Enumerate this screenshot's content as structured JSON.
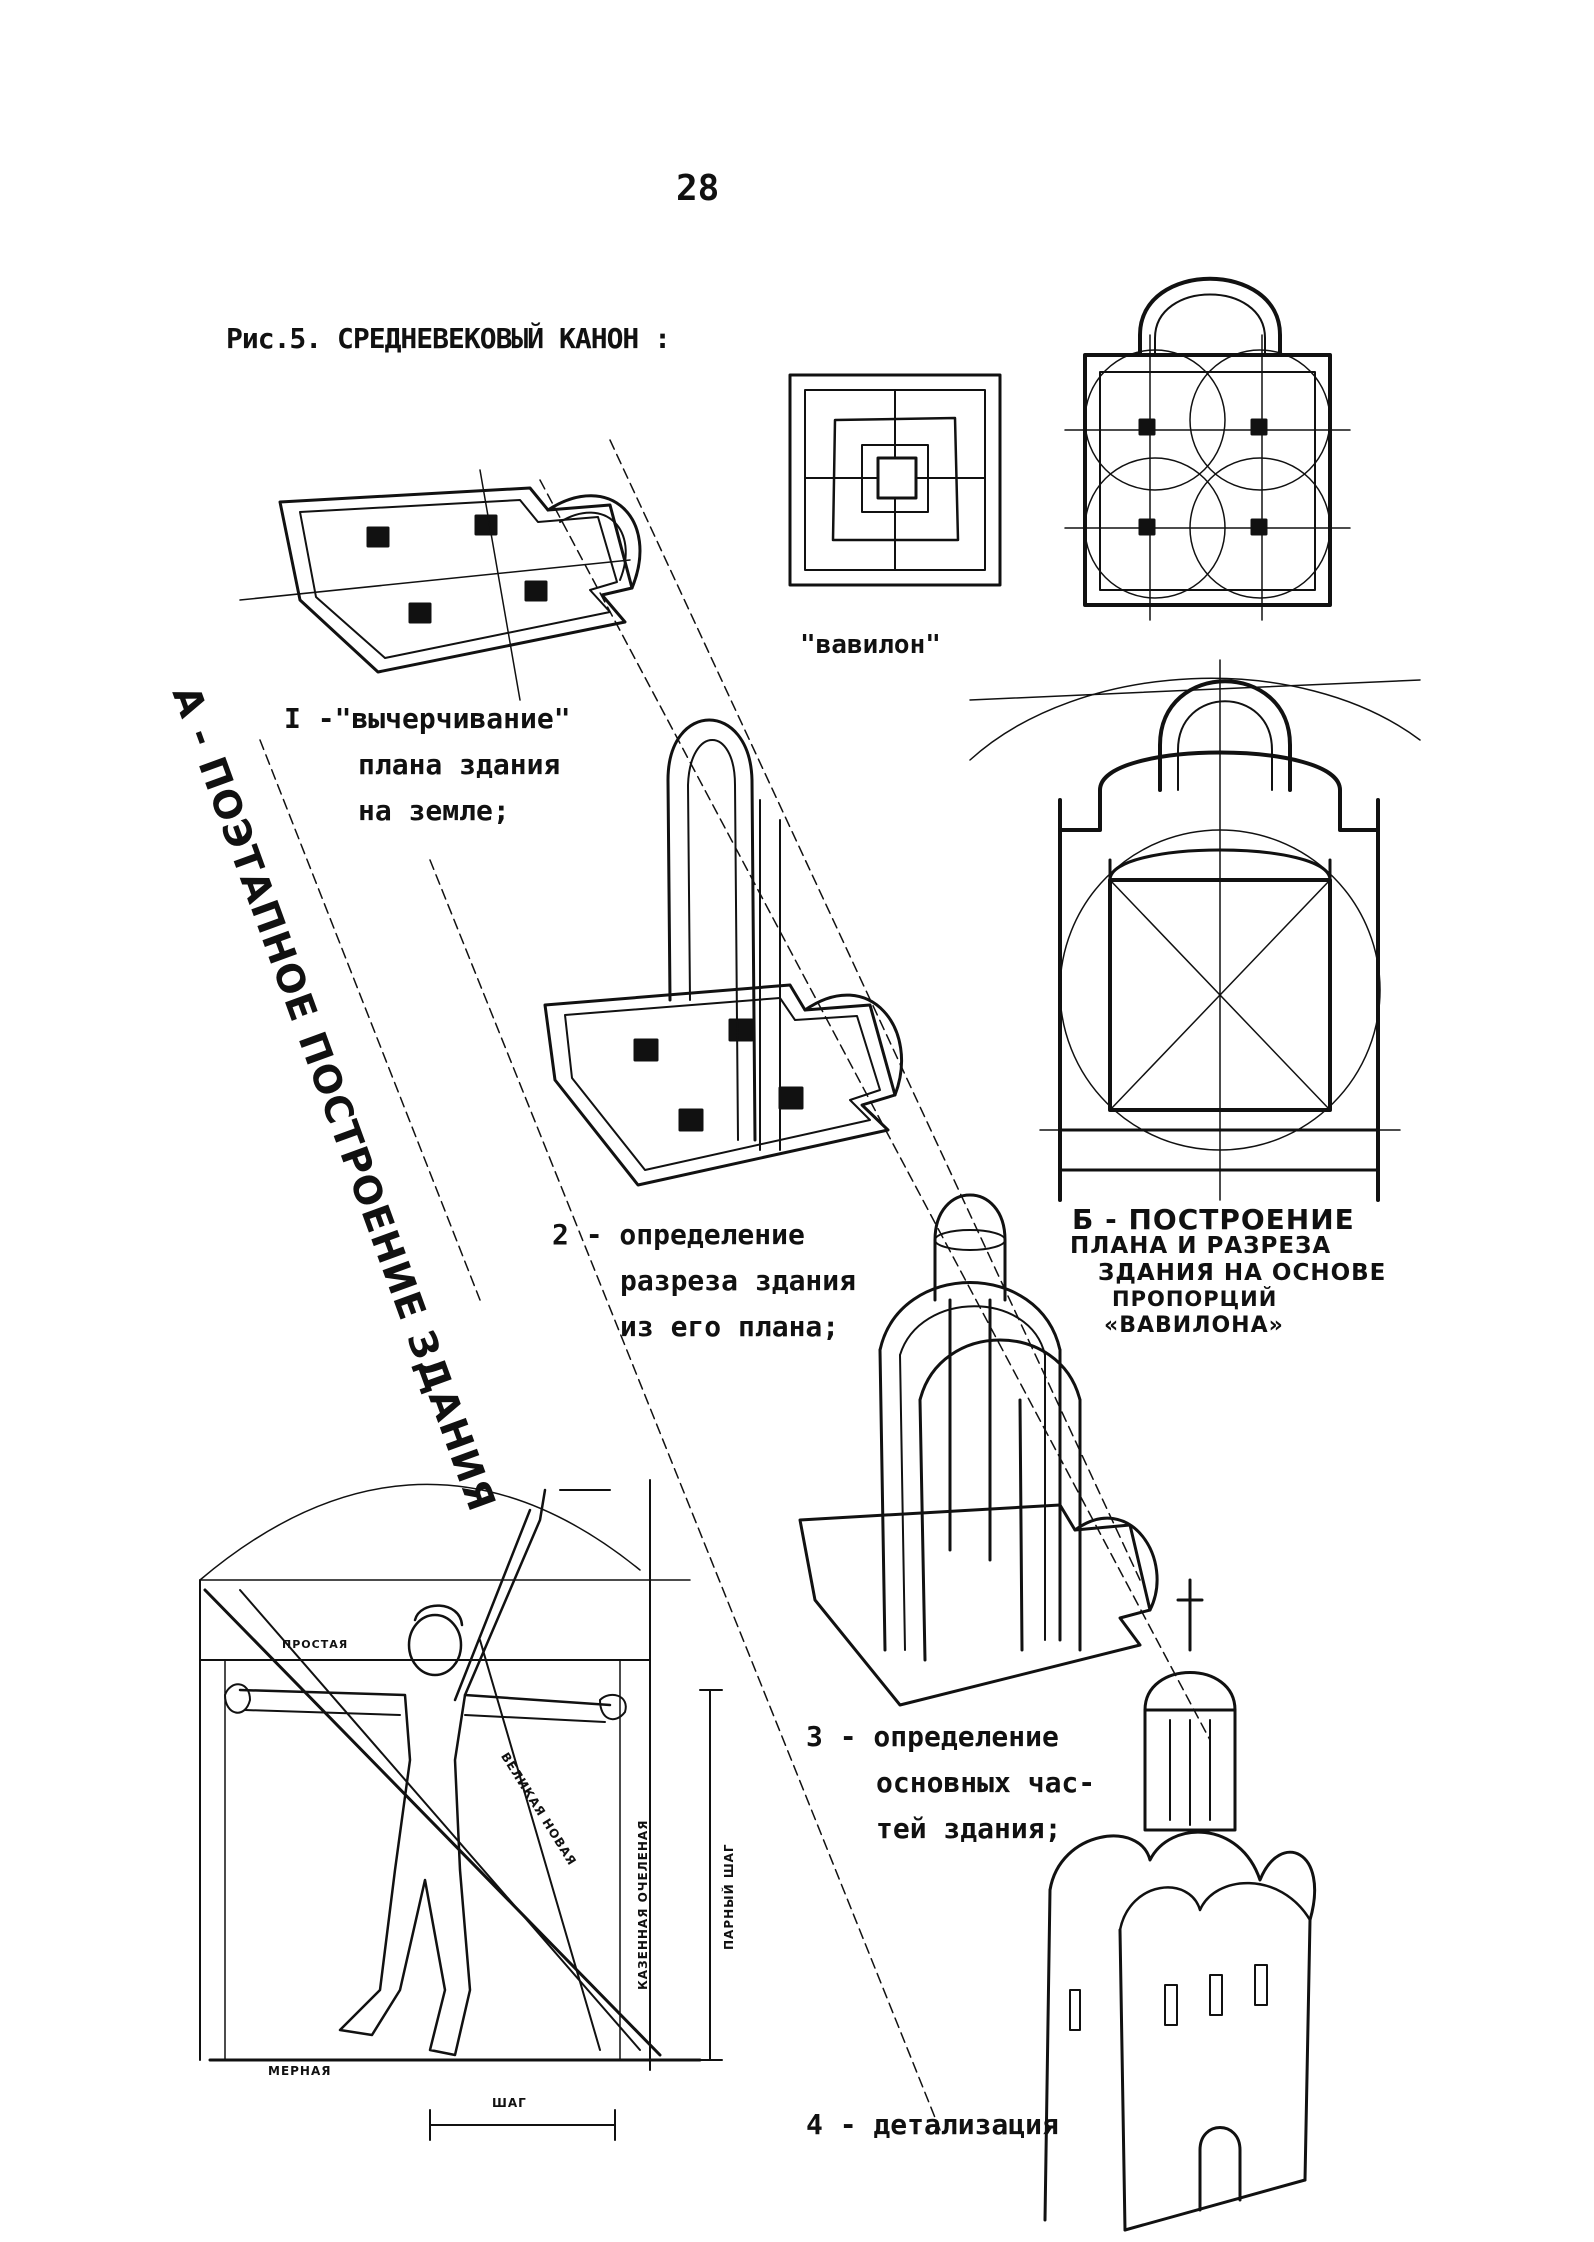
{
  "page_number": "28",
  "figure_title": "Рис.5. СРЕДНЕВЕКОВЫЙ КАНОН :",
  "babylon_label": "\"вавилон\"",
  "section_a": {
    "heading": "А - ПОЭТАПНОЕ ПОСТРОЕНИЕ ЗДАНИЯ",
    "steps": [
      {
        "lines": [
          "I -\"вычерчивание\"",
          "плана здания",
          "на земле;"
        ]
      },
      {
        "lines": [
          "2 - определение",
          "разреза здания",
          "из его плана;"
        ]
      },
      {
        "lines": [
          "3 - определение",
          "основных час-",
          "тей здания;"
        ]
      },
      {
        "lines": [
          "4 - детализация"
        ]
      }
    ]
  },
  "section_b": {
    "lines": [
      "Б - ПОСТРОЕНИЕ",
      "ПЛАНА И РАЗРЕЗА",
      "ЗДАНИЯ НА ОСНОВЕ",
      "ПРОПОРЦИЙ",
      "«ВАВИЛОНА»"
    ]
  },
  "man_figure_labels": {
    "top": "ПРОСТАЯ",
    "diagonal_1": "ВЕЛИКАЯ НОВАЯ",
    "vertical_1": "КАЗЕННАЯ ОЧЕЛЕНАЯ",
    "vertical_2": "ПАРНЫЙ ШАГ",
    "bottom": "МЕРНАЯ",
    "step": "ШАГ"
  }
}
